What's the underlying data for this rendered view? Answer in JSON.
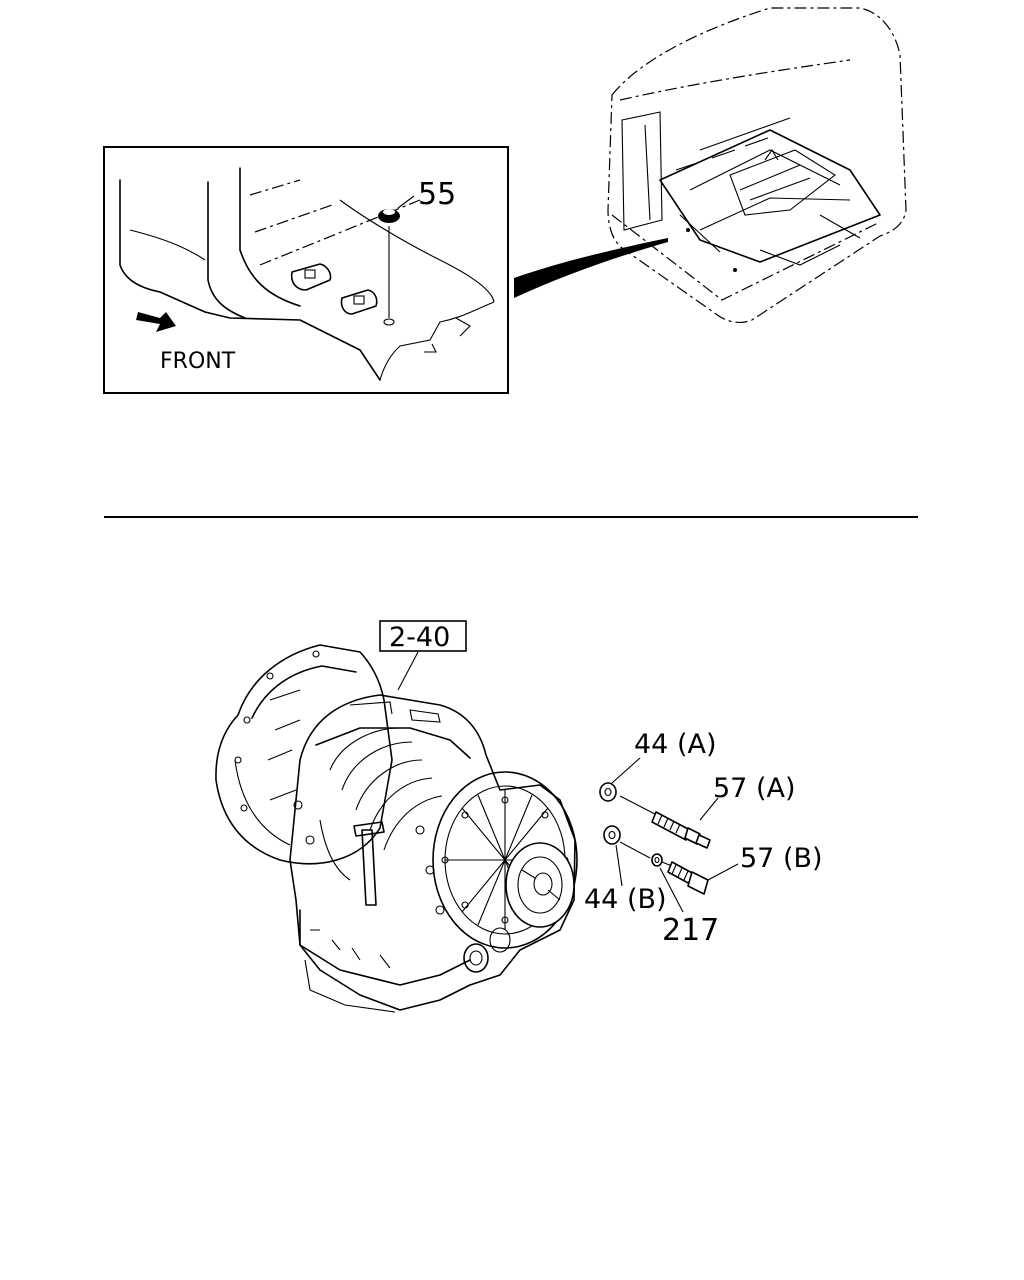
{
  "inset": {
    "part_55": "55",
    "front_label": "FRONT"
  },
  "transmission": {
    "ref_box": "2-40",
    "part_44a": "44 (A)",
    "part_57a": "57 (A)",
    "part_57b": "57 (B)",
    "part_44b": "44 (B)",
    "part_217": "217"
  },
  "icons": [
    "front-arrow-icon",
    "grommet-icon",
    "flange-nut-icon",
    "washer-icon",
    "stud-bolt-icon"
  ]
}
